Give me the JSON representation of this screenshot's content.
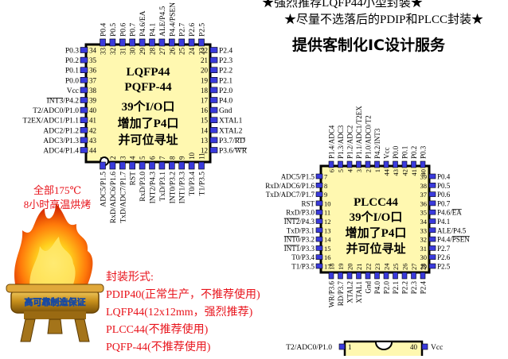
{
  "header": {
    "note1": "★强烈推荐LQFP44小型封装★",
    "note2": "★尽量不选落后的PDIP和PLCC封装★",
    "service": "提供客制化IC设计服务"
  },
  "lqfp": {
    "title1": "LQFP44",
    "title2": "PQFP-44",
    "title3": "39个I/O口",
    "title4": "增加了P4口",
    "title5": "并可位寻址",
    "top": [
      {
        "num": "33",
        "label": "P0.4"
      },
      {
        "num": "32",
        "label": "P0.5"
      },
      {
        "num": "31",
        "label": "P0.6"
      },
      {
        "num": "30",
        "label": "P0.7"
      },
      {
        "num": "29",
        "label": "P4.6/EA"
      },
      {
        "num": "28",
        "label": "P4.1"
      },
      {
        "num": "27",
        "label": "ALE/P4.5"
      },
      {
        "num": "26",
        "label": "P4.4/PSEN"
      },
      {
        "num": "25",
        "label": "P2.7"
      },
      {
        "num": "24",
        "label": "P2.6"
      },
      {
        "num": "23",
        "label": "P2.5"
      }
    ],
    "left": [
      {
        "num": "34",
        "label": "P0.3"
      },
      {
        "num": "35",
        "label": "P0.2"
      },
      {
        "num": "36",
        "label": "P0.1"
      },
      {
        "num": "37",
        "label": "P0.0"
      },
      {
        "num": "38",
        "label": "Vcc"
      },
      {
        "num": "39",
        "label": "INT3/P4.2"
      },
      {
        "num": "40",
        "label": "T2/ADC0/P1.0"
      },
      {
        "num": "41",
        "label": "T2EX/ADC1/P1.1"
      },
      {
        "num": "42",
        "label": "ADC2/P1.2"
      },
      {
        "num": "43",
        "label": "ADC3/P1.3"
      },
      {
        "num": "44",
        "label": "ADC4/P1.4"
      }
    ],
    "right": [
      {
        "num": "22",
        "label": "P2.4"
      },
      {
        "num": "21",
        "label": "P2.3"
      },
      {
        "num": "20",
        "label": "P2.2"
      },
      {
        "num": "19",
        "label": "P2.1"
      },
      {
        "num": "18",
        "label": "P2.0"
      },
      {
        "num": "17",
        "label": "P4.0"
      },
      {
        "num": "16",
        "label": "Gnd"
      },
      {
        "num": "15",
        "label": "XTAL1"
      },
      {
        "num": "14",
        "label": "XTAL2"
      },
      {
        "num": "13",
        "label": "P3.7/RD"
      },
      {
        "num": "12",
        "label": "P3.6/WR"
      }
    ],
    "bottom": [
      {
        "num": "1",
        "label": "ADC5/P1.5"
      },
      {
        "num": "2",
        "label": "RxD/ADC6/P1.6"
      },
      {
        "num": "3",
        "label": "TxD/ADC7/P1.7"
      },
      {
        "num": "4",
        "label": "RST"
      },
      {
        "num": "5",
        "label": "RxD/P3.0"
      },
      {
        "num": "6",
        "label": "INT2/P4.3"
      },
      {
        "num": "7",
        "label": "TxD/P3.1"
      },
      {
        "num": "8",
        "label": "INT0/P3.2"
      },
      {
        "num": "9",
        "label": "INT1/P3.3"
      },
      {
        "num": "10",
        "label": "T0/P3.4"
      },
      {
        "num": "11",
        "label": "T1/P3.5"
      }
    ]
  },
  "plcc": {
    "title1": "PLCC44",
    "title2": "39个I/O口",
    "title3": "增加了P4口",
    "title4": "并可位寻址",
    "top": [
      {
        "num": "6",
        "label": "P1.4/ADC4"
      },
      {
        "num": "5",
        "label": "P1.3/ADC3"
      },
      {
        "num": "4",
        "label": "P1.2/ADC2"
      },
      {
        "num": "3",
        "label": "P1.1/ADC1/T2EX"
      },
      {
        "num": "2",
        "label": "P1.0/ADC0/T2"
      },
      {
        "num": "1",
        "label": "P4.2/INT3"
      },
      {
        "num": "44",
        "label": "Vcc"
      },
      {
        "num": "43",
        "label": "P0.0"
      },
      {
        "num": "42",
        "label": "P0.1"
      },
      {
        "num": "41",
        "label": "P0.2"
      },
      {
        "num": "40",
        "label": "P0.3"
      }
    ],
    "left": [
      {
        "num": "7",
        "label": "ADC5/P1.5"
      },
      {
        "num": "8",
        "label": "RxD/ADC6/P1.6"
      },
      {
        "num": "9",
        "label": "TxD/ADC7/P1.7"
      },
      {
        "num": "10",
        "label": "RST"
      },
      {
        "num": "11",
        "label": "RxD/P3.0"
      },
      {
        "num": "12",
        "label": "INT2/P4.3"
      },
      {
        "num": "13",
        "label": "TxD/P3.1"
      },
      {
        "num": "14",
        "label": "INT0/P3.2"
      },
      {
        "num": "15",
        "label": "INT1/P3.3"
      },
      {
        "num": "16",
        "label": "T0/P3.4"
      },
      {
        "num": "17",
        "label": "T1/P3.5"
      }
    ],
    "right": [
      {
        "num": "39",
        "label": "P0.4"
      },
      {
        "num": "38",
        "label": "P0.5"
      },
      {
        "num": "37",
        "label": "P0.6"
      },
      {
        "num": "36",
        "label": "P0.7"
      },
      {
        "num": "35",
        "label": "P4.6/EA"
      },
      {
        "num": "34",
        "label": "P4.1"
      },
      {
        "num": "33",
        "label": "ALE/P4.5"
      },
      {
        "num": "32",
        "label": "P4.4/PSEN"
      },
      {
        "num": "31",
        "label": "P2.7"
      },
      {
        "num": "30",
        "label": "P2.6"
      },
      {
        "num": "29",
        "label": "P2.5"
      }
    ],
    "bottom": [
      {
        "num": "18",
        "label": "WR/P3.6"
      },
      {
        "num": "19",
        "label": "RD/P3.7"
      },
      {
        "num": "20",
        "label": "XTAL2"
      },
      {
        "num": "21",
        "label": "XTAL1"
      },
      {
        "num": "22",
        "label": "Gnd"
      },
      {
        "num": "23",
        "label": "P4.0"
      },
      {
        "num": "24",
        "label": "P2.0"
      },
      {
        "num": "25",
        "label": "P2.1"
      },
      {
        "num": "26",
        "label": "P2.2"
      },
      {
        "num": "27",
        "label": "P2.3"
      },
      {
        "num": "28",
        "label": "P2.4"
      }
    ]
  },
  "bake": {
    "line1": "全部175℃",
    "line2": "8小时高温烘烤"
  },
  "badge": {
    "text": "高可靠制造保证"
  },
  "packages": {
    "heading": "封装形式:",
    "items": [
      "PDIP40(正常生产，不推荐使用)",
      "LQFP44(12x12mm，强烈推荐)",
      "PLCC44(不推荐使用)",
      "PQFP-44(不推荐使用)"
    ]
  },
  "pdip": {
    "pin1_num": "1",
    "pin1_label": "T2/ADC0/P1.0",
    "pin40_num": "40",
    "pin40_label": "Vcc"
  },
  "colors": {
    "pin": "#3a3adc",
    "chip_fill": "#fff8b0",
    "red": "#e8141c",
    "blue": "#1e5ad2",
    "ink": "#000000"
  }
}
